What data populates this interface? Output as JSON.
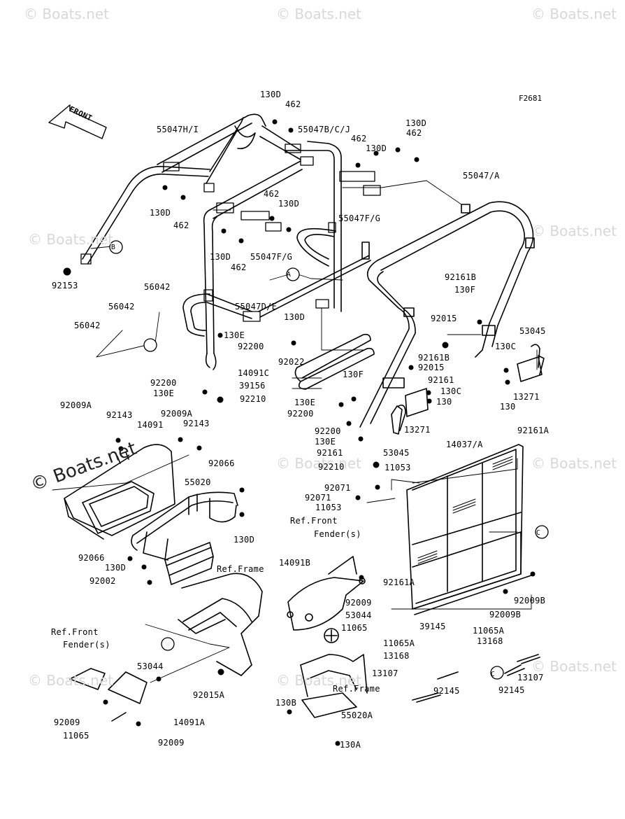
{
  "figure_id": "F2681",
  "front_label": "FRONT",
  "watermark": "© Boats.net",
  "callouts": [
    "A",
    "B",
    "C"
  ],
  "parts": [
    "130D",
    "462",
    "55047H/I",
    "55047B/C/J",
    "462",
    "130D",
    "130D",
    "462",
    "130D",
    "462",
    "55047/A",
    "462",
    "130D",
    "55047F/G",
    "130D",
    "462",
    "55047F/G",
    "B",
    "92153",
    "56042",
    "56042",
    "56042",
    "55047D/E",
    "A",
    "92161B",
    "130F",
    "92015",
    "53045",
    "130E",
    "92200",
    "130D",
    "92022",
    "130C",
    "14091C",
    "39156",
    "92161B",
    "92015",
    "92200",
    "130E",
    "92210",
    "130F",
    "92161",
    "130C",
    "130",
    "13271",
    "130",
    "13271",
    "130E",
    "92200",
    "92200",
    "130E",
    "92161",
    "53045",
    "92210",
    "11053",
    "92009A",
    "92143",
    "14091",
    "92009A",
    "92143",
    "92066",
    "55020",
    "92071",
    "92071",
    "11053",
    "14037/A",
    "92161A",
    "92066",
    "130D",
    "92002",
    "130D",
    "Ref.Front",
    "Fender(s)",
    "Ref.Frame",
    "14091B",
    "92161A",
    "C",
    "92009",
    "53044",
    "11065",
    "92009B",
    "92009B",
    "11065A",
    "39145",
    "13168",
    "11065A",
    "13168",
    "13107",
    "92145",
    "Ref.Frame",
    "Ref.Front",
    "Fender(s)",
    "53044",
    "92015A",
    "130B",
    "55020A",
    "130A",
    "92009",
    "14091A",
    "11065",
    "92009",
    "C",
    "92145",
    "13107"
  ]
}
